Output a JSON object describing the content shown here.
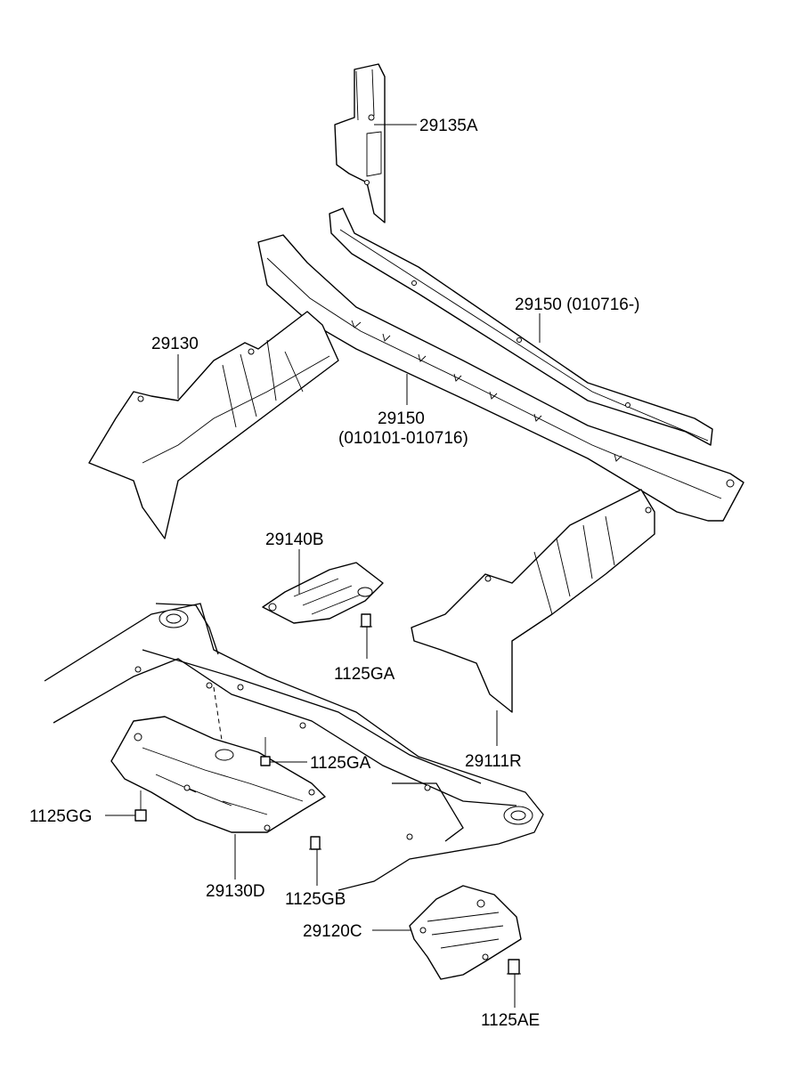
{
  "parts": [
    {
      "id": "p1",
      "label": "29135A"
    },
    {
      "id": "p2",
      "label": "29150 (010716-)"
    },
    {
      "id": "p3",
      "label": "29130"
    },
    {
      "id": "p4a",
      "label": "29150"
    },
    {
      "id": "p4b",
      "label": "(010101-010716)"
    },
    {
      "id": "p5",
      "label": "29140B"
    },
    {
      "id": "p6",
      "label": "1125GA"
    },
    {
      "id": "p7",
      "label": "1125GA"
    },
    {
      "id": "p8",
      "label": "29111R"
    },
    {
      "id": "p9",
      "label": "1125GG"
    },
    {
      "id": "p10",
      "label": "29130D"
    },
    {
      "id": "p11",
      "label": "1125GB"
    },
    {
      "id": "p12",
      "label": "29120C"
    },
    {
      "id": "p13",
      "label": "1125AE"
    }
  ]
}
